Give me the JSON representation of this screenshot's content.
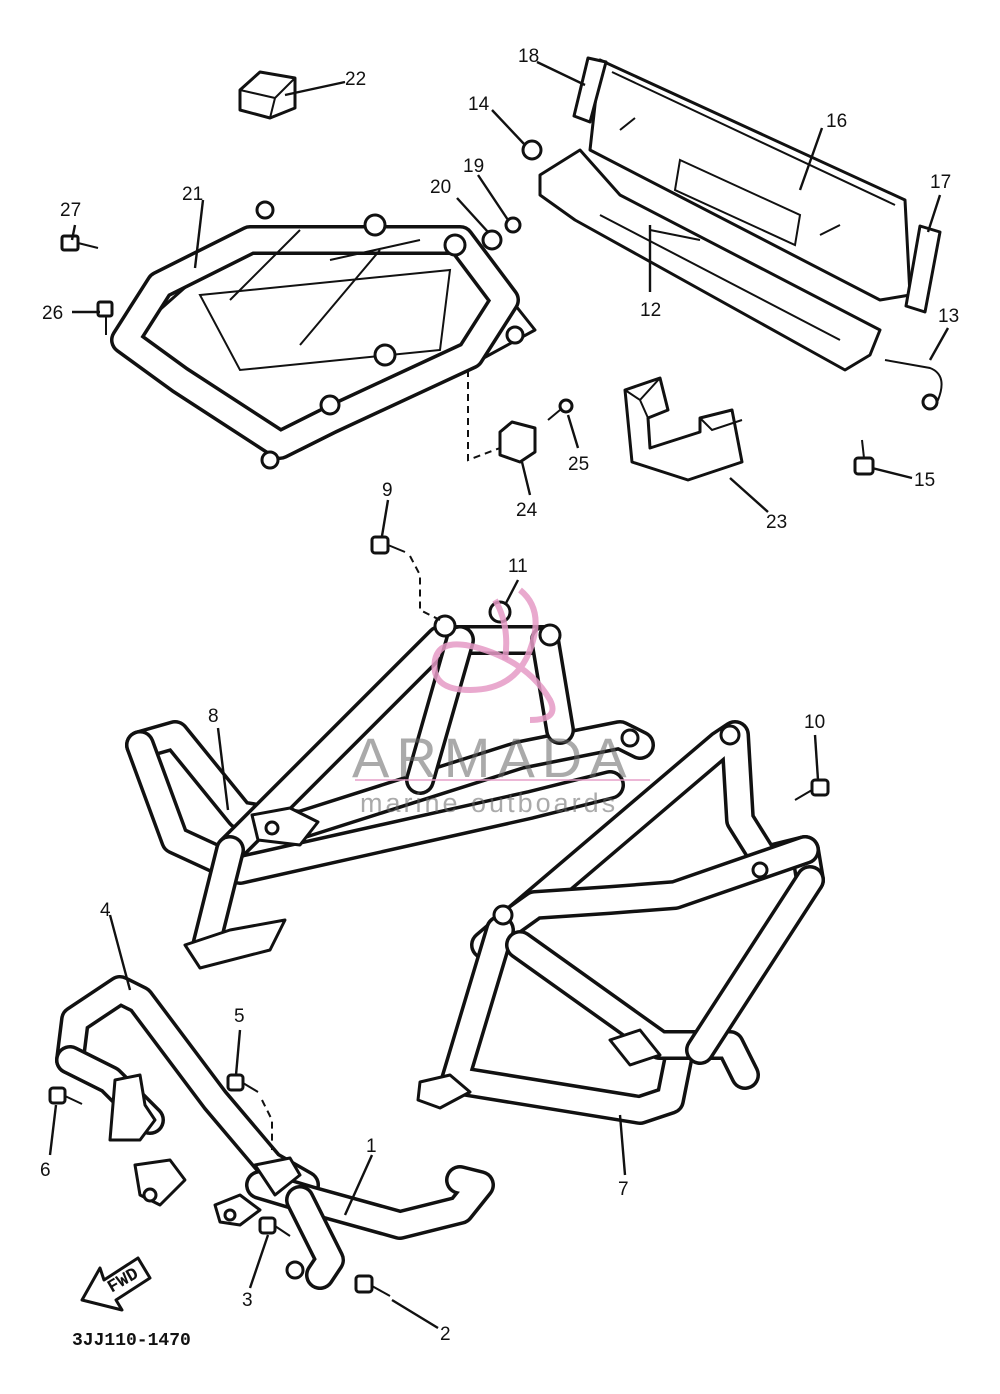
{
  "diagram": {
    "drawing_code": "3JJ110-1470",
    "direction_arrow_label": "FWD",
    "callouts": [
      "1",
      "2",
      "3",
      "4",
      "5",
      "6",
      "7",
      "8",
      "9",
      "10",
      "11",
      "12",
      "13",
      "14",
      "15",
      "16",
      "17",
      "18",
      "19",
      "20",
      "21",
      "22",
      "23",
      "24",
      "25",
      "26",
      "27"
    ]
  },
  "watermark": {
    "brand": "ARMADA",
    "tagline": "marine outboards",
    "color": "#e59ac6"
  }
}
